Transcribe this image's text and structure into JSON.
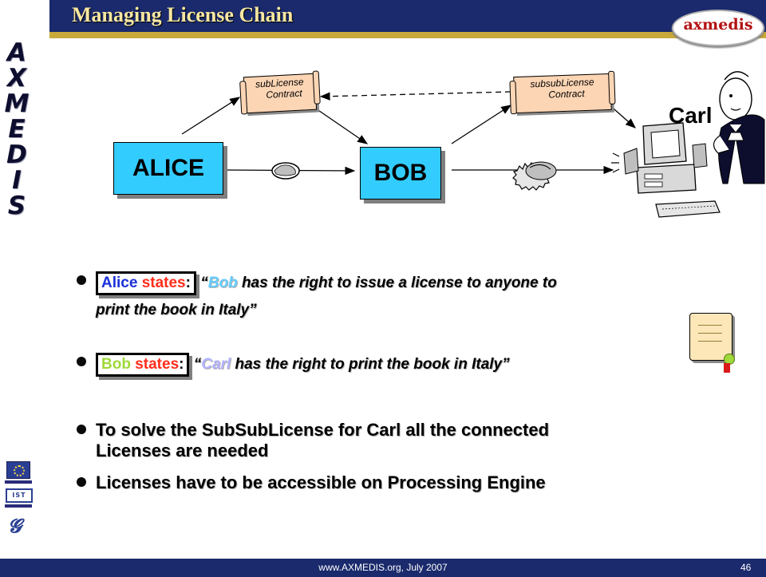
{
  "header": {
    "title": "Managing License Chain",
    "logo_text": "axmedis"
  },
  "sideband": {
    "letters": [
      "A",
      "X",
      "M",
      "E",
      "D",
      "I",
      "S"
    ],
    "ist_logo_text": "IST"
  },
  "diagram": {
    "alice_label": "ALICE",
    "bob_label": "BOB",
    "carl_label": "Carl",
    "contract_a": {
      "line1": "subLicense",
      "line2": "Contract"
    },
    "contract_b": {
      "line1": "subsubLicense",
      "line2": "Contract"
    }
  },
  "bullets": [
    {
      "speaker": "Alice",
      "states_word": "states",
      "colon": ":",
      "open_quote": " “",
      "quoted_name": "Bob",
      "line1_rest": " has the right to issue a license to anyone to",
      "line2": "print the book in Italy”"
    },
    {
      "speaker": "Bob",
      "states_word": "states",
      "colon": ":",
      "open_quote": " “",
      "quoted_name": "Carl",
      "line1_rest": " has the right to print the book in Italy”"
    },
    {
      "line1": "To solve the SubSubLicense for Carl all the connected",
      "line2": "Licenses are needed"
    },
    {
      "line1": "Licenses have to be accessible on Processing Engine"
    }
  ],
  "footer": {
    "text": "www.AXMEDIS.org, July 2007",
    "page_number": "46"
  },
  "colors": {
    "title_bar": "#1a2a6c",
    "title_text": "#f7e7a1",
    "party_box": "#33ccff",
    "scroll_fill": "#fcd5b4",
    "name_alice": "#1a2fd8",
    "name_bob": "#9fd93a",
    "word_states": "#ff2d1a"
  }
}
